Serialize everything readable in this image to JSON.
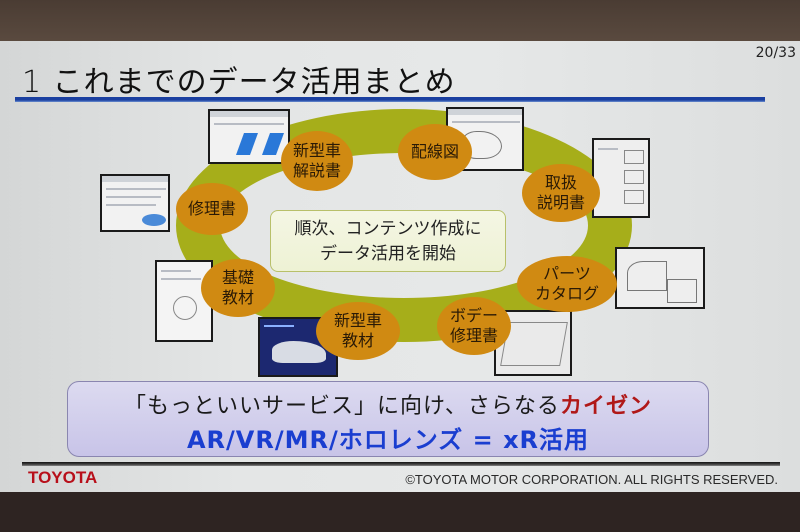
{
  "slide": {
    "page_number": "20/33",
    "title": "1 これまでのデータ活用まとめ",
    "center_text": {
      "line1": "順次、コンテンツ作成に",
      "line2": "データ活用を開始"
    },
    "bubbles": [
      {
        "id": "repair-manual",
        "line1": "修理書",
        "line2": ""
      },
      {
        "id": "new-model-guide",
        "line1": "新型車",
        "line2": "解説書"
      },
      {
        "id": "wiring-diagram",
        "line1": "配線図",
        "line2": ""
      },
      {
        "id": "owners-manual",
        "line1": "取扱",
        "line2": "説明書"
      },
      {
        "id": "parts-catalog",
        "line1": "パーツ",
        "line2": "カタログ"
      },
      {
        "id": "body-repair",
        "line1": "ボデー",
        "line2": "修理書"
      },
      {
        "id": "new-model-training",
        "line1": "新型車",
        "line2": "教材"
      },
      {
        "id": "basic-training",
        "line1": "基礎",
        "line2": "教材"
      }
    ],
    "banner": {
      "line1_prefix": "「もっといいサービス」に向け、さらなる",
      "line1_accent": "カイゼン",
      "line2": "AR/VR/MR/ホロレンズ = xR活用"
    },
    "footer": {
      "logo": "TOYOTA",
      "copyright": "©TOYOTA MOTOR CORPORATION. ALL RIGHTS RESERVED."
    }
  },
  "colors": {
    "title_rule": "#1a3fa0",
    "ring": "#a6ae1a",
    "bubble": "#d08a12",
    "banner_bg": "#c8c4e8",
    "banner_line2": "#1a3ed0",
    "accent_red": "#b01818",
    "logo_red": "#b80f1a"
  }
}
